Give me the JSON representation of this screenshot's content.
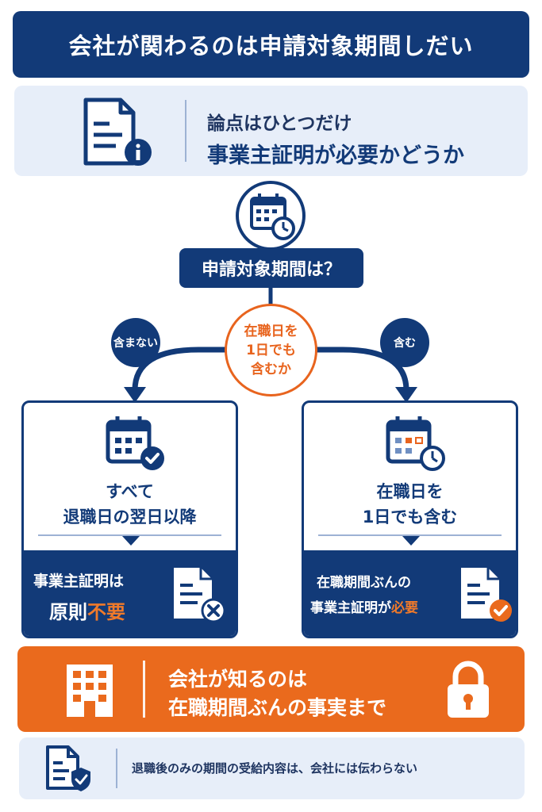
{
  "title": "会社が関わるのは申請対象期間しだい",
  "point": {
    "line1": "論点はひとつだけ",
    "line2": "事業主証明が必要かどうか",
    "icon": "document-info-icon"
  },
  "flow": {
    "question": "申請対象期間は？",
    "decision_lines": [
      "在職日を",
      "1日でも",
      "含むか"
    ],
    "branch_left_label": "含まない",
    "branch_right_label": "含む"
  },
  "left_card": {
    "line1": "すべて",
    "line2": "退職日の翌日以降",
    "result_line1": "事業主証明は",
    "result_line2_prefix": "原則",
    "result_line2_highlight": "不要",
    "icon": "document-x-icon"
  },
  "right_card": {
    "line1": "在職日を",
    "line2": "1日でも含む",
    "result_line1": "在職期間ぶんの",
    "result_line2_prefix": "事業主証明が",
    "result_line2_highlight": "必要",
    "icon": "document-check-icon"
  },
  "banner": {
    "line1": "会社が知るのは",
    "line2": "在職期間ぶんの事実まで"
  },
  "note": {
    "text": "退職後のみの期間の受給内容は、会社には伝わらない"
  },
  "colors": {
    "navy": "#123a78",
    "orange": "#ea6a1d",
    "light_blue": "#e7eef9"
  }
}
